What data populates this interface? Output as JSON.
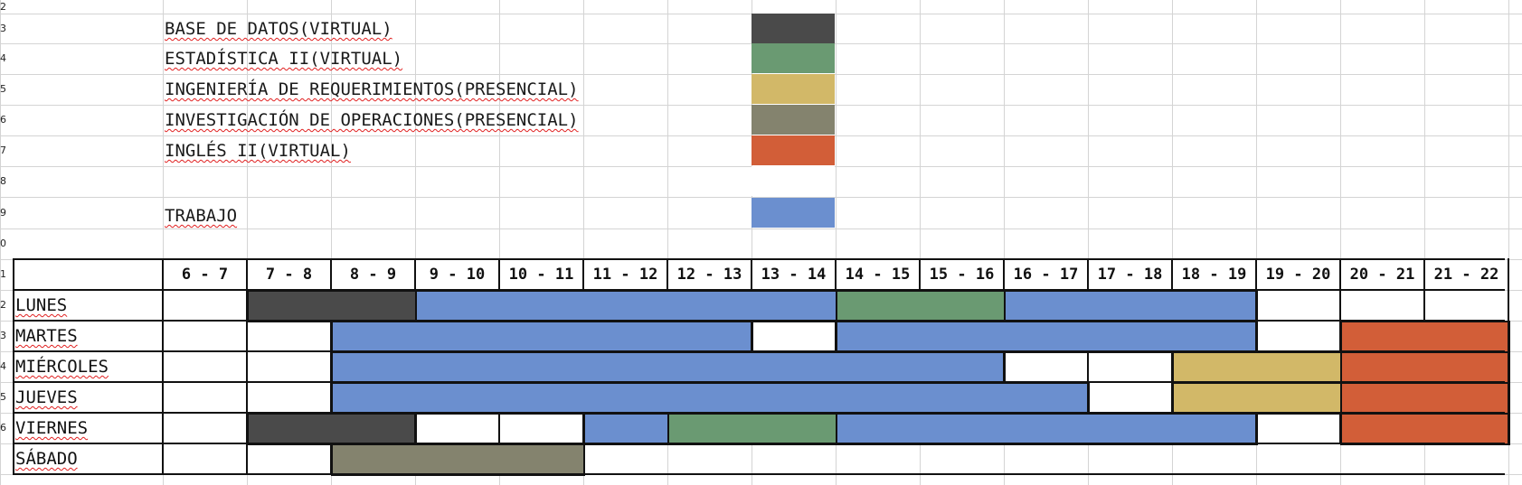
{
  "spreadsheet": {
    "row_numbers": [
      "2",
      "3",
      "4",
      "5",
      "6",
      "7",
      "8",
      "9",
      "0",
      "1",
      "2",
      "3",
      "4",
      "5",
      "6"
    ],
    "legend": [
      {
        "label": "BASE DE DATOS(VIRTUAL)",
        "color": "#4a4a4a"
      },
      {
        "label": "ESTADÍSTICA II(VIRTUAL)",
        "color": "#6a9a72"
      },
      {
        "label": "INGENIERÍA DE REQUERIMIENTOS(PRESENCIAL)",
        "color": "#d2b868"
      },
      {
        "label": "INVESTIGACIÓN DE OPERACIONES(PRESENCIAL)",
        "color": "#84836e"
      },
      {
        "label": "INGLÉS II(VIRTUAL)",
        "color": "#d25e38"
      },
      {
        "label": "",
        "color": "#ffffff"
      },
      {
        "label": "TRABAJO",
        "color": "#6b8fcf"
      }
    ],
    "hours": [
      "6 - 7",
      "7 - 8",
      "8 - 9",
      "9 - 10",
      "10 - 11",
      "11 - 12",
      "12 - 13",
      "13 - 14",
      "14 - 15",
      "15 - 16",
      "16 - 17",
      "17 - 18",
      "18 - 19",
      "19 - 20",
      "20 - 21",
      "21 - 22"
    ],
    "days": [
      "LUNES",
      "MARTES",
      "MIÉRCOLES",
      "JUEVES",
      "VIERNES",
      "SÁBADO"
    ],
    "schedule": [
      {
        "day": "LUNES",
        "blocks": [
          {
            "from": "7 - 8",
            "to": "8 - 9",
            "activity": "BASE DE DATOS(VIRTUAL)"
          },
          {
            "from": "9 - 10",
            "to": "13 - 14",
            "activity": "TRABAJO"
          },
          {
            "from": "14 - 15",
            "to": "15 - 16",
            "activity": "ESTADÍSTICA II(VIRTUAL)"
          },
          {
            "from": "16 - 17",
            "to": "18 - 19",
            "activity": "TRABAJO"
          }
        ]
      },
      {
        "day": "MARTES",
        "blocks": [
          {
            "from": "8 - 9",
            "to": "12 - 13",
            "activity": "TRABAJO"
          },
          {
            "from": "14 - 15",
            "to": "18 - 19",
            "activity": "TRABAJO"
          },
          {
            "from": "20 - 21",
            "to": "21 - 22",
            "activity": "INGLÉS II(VIRTUAL)"
          }
        ]
      },
      {
        "day": "MIÉRCOLES",
        "blocks": [
          {
            "from": "8 - 9",
            "to": "15 - 16",
            "activity": "TRABAJO"
          },
          {
            "from": "18 - 19",
            "to": "19 - 20",
            "activity": "INGENIERÍA DE REQUERIMIENTOS(PRESENCIAL)"
          },
          {
            "from": "20 - 21",
            "to": "21 - 22",
            "activity": "INGLÉS II(VIRTUAL)"
          }
        ]
      },
      {
        "day": "JUEVES",
        "blocks": [
          {
            "from": "8 - 9",
            "to": "16 - 17",
            "activity": "TRABAJO"
          },
          {
            "from": "18 - 19",
            "to": "19 - 20",
            "activity": "INGENIERÍA DE REQUERIMIENTOS(PRESENCIAL)"
          },
          {
            "from": "20 - 21",
            "to": "21 - 22",
            "activity": "INGLÉS II(VIRTUAL)"
          }
        ]
      },
      {
        "day": "VIERNES",
        "blocks": [
          {
            "from": "7 - 8",
            "to": "8 - 9",
            "activity": "BASE DE DATOS(VIRTUAL)"
          },
          {
            "from": "11 - 12",
            "to": "11 - 12",
            "activity": "TRABAJO"
          },
          {
            "from": "12 - 13",
            "to": "13 - 14",
            "activity": "ESTADÍSTICA II(VIRTUAL)"
          },
          {
            "from": "14 - 15",
            "to": "18 - 19",
            "activity": "TRABAJO"
          },
          {
            "from": "20 - 21",
            "to": "21 - 22",
            "activity": "INGLÉS II(VIRTUAL)"
          }
        ]
      },
      {
        "day": "SÁBADO",
        "blocks": [
          {
            "from": "8 - 9",
            "to": "10 - 11",
            "activity": "INVESTIGACIÓN DE OPERACIONES(PRESENCIAL)"
          }
        ]
      }
    ]
  }
}
